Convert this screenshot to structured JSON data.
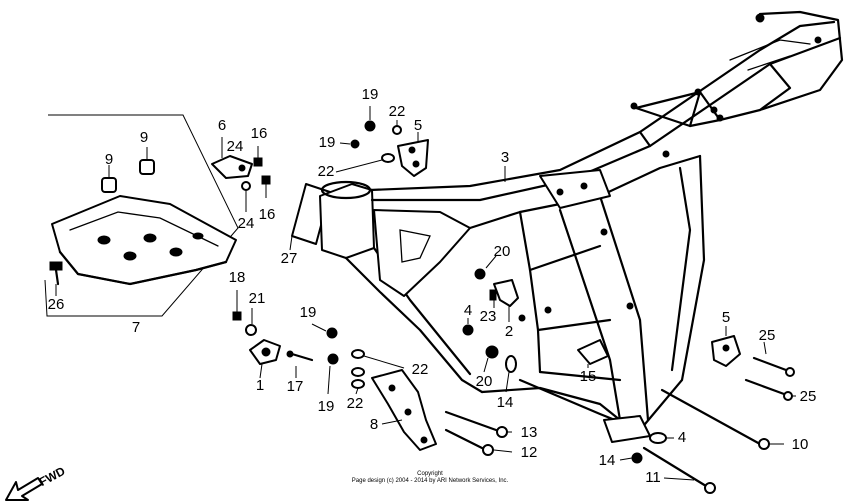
{
  "diagram": {
    "labels": [
      {
        "id": "lbl-1",
        "text": "1"
      },
      {
        "id": "lbl-2",
        "text": "2"
      },
      {
        "id": "lbl-3",
        "text": "3"
      },
      {
        "id": "lbl-4a",
        "text": "4"
      },
      {
        "id": "lbl-4b",
        "text": "4"
      },
      {
        "id": "lbl-5a",
        "text": "5"
      },
      {
        "id": "lbl-5b",
        "text": "5"
      },
      {
        "id": "lbl-6",
        "text": "6"
      },
      {
        "id": "lbl-7",
        "text": "7"
      },
      {
        "id": "lbl-8",
        "text": "8"
      },
      {
        "id": "lbl-9a",
        "text": "9"
      },
      {
        "id": "lbl-9b",
        "text": "9"
      },
      {
        "id": "lbl-10",
        "text": "10"
      },
      {
        "id": "lbl-11",
        "text": "11"
      },
      {
        "id": "lbl-12",
        "text": "12"
      },
      {
        "id": "lbl-13",
        "text": "13"
      },
      {
        "id": "lbl-14a",
        "text": "14"
      },
      {
        "id": "lbl-14b",
        "text": "14"
      },
      {
        "id": "lbl-15",
        "text": "15"
      },
      {
        "id": "lbl-16a",
        "text": "16"
      },
      {
        "id": "lbl-16b",
        "text": "16"
      },
      {
        "id": "lbl-17",
        "text": "17"
      },
      {
        "id": "lbl-18",
        "text": "18"
      },
      {
        "id": "lbl-19a",
        "text": "19"
      },
      {
        "id": "lbl-19b",
        "text": "19"
      },
      {
        "id": "lbl-19c",
        "text": "19"
      },
      {
        "id": "lbl-19d",
        "text": "19"
      },
      {
        "id": "lbl-20a",
        "text": "20"
      },
      {
        "id": "lbl-20b",
        "text": "20"
      },
      {
        "id": "lbl-21",
        "text": "21"
      },
      {
        "id": "lbl-22a",
        "text": "22"
      },
      {
        "id": "lbl-22b",
        "text": "22"
      },
      {
        "id": "lbl-22c",
        "text": "22"
      },
      {
        "id": "lbl-22d",
        "text": "22"
      },
      {
        "id": "lbl-23",
        "text": "23"
      },
      {
        "id": "lbl-24a",
        "text": "24"
      },
      {
        "id": "lbl-24b",
        "text": "24"
      },
      {
        "id": "lbl-25a",
        "text": "25"
      },
      {
        "id": "lbl-25b",
        "text": "25"
      },
      {
        "id": "lbl-26",
        "text": "26"
      },
      {
        "id": "lbl-27",
        "text": "27"
      }
    ],
    "fwd_label": "FWD",
    "copyright_title": "Copyright",
    "copyright_line": "Page design (c) 2004 - 2014 by ARI Network Services, Inc."
  },
  "icons": [
    "fwd-arrow-icon"
  ]
}
